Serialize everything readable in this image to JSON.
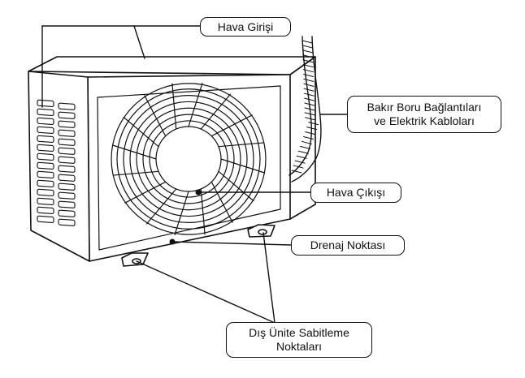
{
  "labels": {
    "air_inlet": "Hava Girişi",
    "pipe_line1": "Bakır Boru Bağlantıları",
    "pipe_line2": "ve Elektrik Kabloları",
    "air_outlet": "Hava Çıkışı",
    "drain": "Drenaj Noktası",
    "mount_line1": "Dış Ünite Sabitleme",
    "mount_line2": "Noktaları"
  },
  "colors": {
    "line": "#111111",
    "background": "#ffffff"
  }
}
